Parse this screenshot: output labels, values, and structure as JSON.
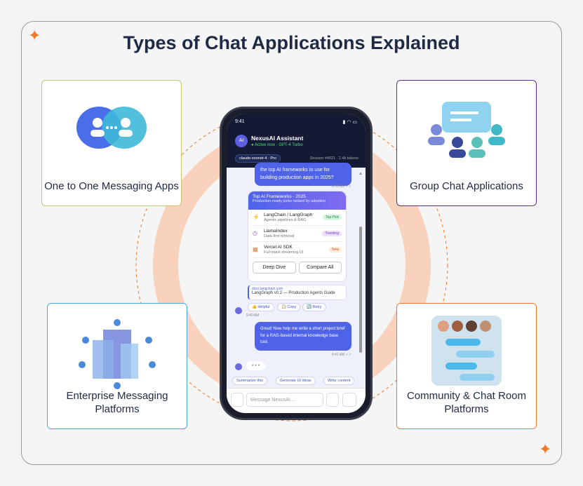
{
  "title": "Types of Chat Applications Explained",
  "accent": "#f0782a",
  "cards": [
    {
      "label": "One to One Messaging Apps",
      "icon": "one-to-one-chat-icon",
      "border": "#c8c46a"
    },
    {
      "label": "Group Chat Applications",
      "icon": "group-chat-icon",
      "border": "#5a2d91"
    },
    {
      "label": "Enterprise Messaging Platforms",
      "icon": "enterprise-building-icon",
      "border": "#4aa8d8"
    },
    {
      "label": "Community & Chat Room Platforms",
      "icon": "community-chat-icon",
      "border": "#f0782a"
    }
  ],
  "phone": {
    "time": "9:41",
    "avatar": "AI",
    "name": "NexusAI Assistant",
    "status": "Active now · GPT-4 Turbo",
    "model": "claude-sonnet-4 · Pro",
    "session": "Session #4821 · 2.4k tokens",
    "msg1": "the top AI frameworks to use for building production apps in 2025?",
    "msg1_time": "9:39 AM ✓✓",
    "card_title": "Top AI Frameworks · 2025",
    "card_sub": "Production-ready picks ranked by adoption",
    "frameworks": [
      {
        "name": "LangChain / LangGraph",
        "desc": "Agentic pipelines & RAG",
        "tag": "Top Pick"
      },
      {
        "name": "LlamaIndex",
        "desc": "Data-first retrieval",
        "tag": "Trending"
      },
      {
        "name": "Vercel AI SDK",
        "desc": "Full-stack streaming UI",
        "tag": "New"
      }
    ],
    "deep_dive": "Deep Dive",
    "compare_all": "Compare All",
    "link_domain": "docs.langchain.com",
    "link_title": "LangGraph v0.2 — Production Agents Guide",
    "helpful": "👍 Helpful",
    "copy": "📋 Copy",
    "retry": "🔄 Retry",
    "reply_time": "9:40 AM",
    "msg2": "Great! Now help me write a short project brief for a RAG-based internal knowledge base tool.",
    "msg2_time": "9:41 AM ✓✓",
    "typing": "• • •",
    "suggestions": [
      "Summarize this",
      "Generate UI ideas",
      "Write content"
    ],
    "input_placeholder": "Message NexusAI..."
  }
}
